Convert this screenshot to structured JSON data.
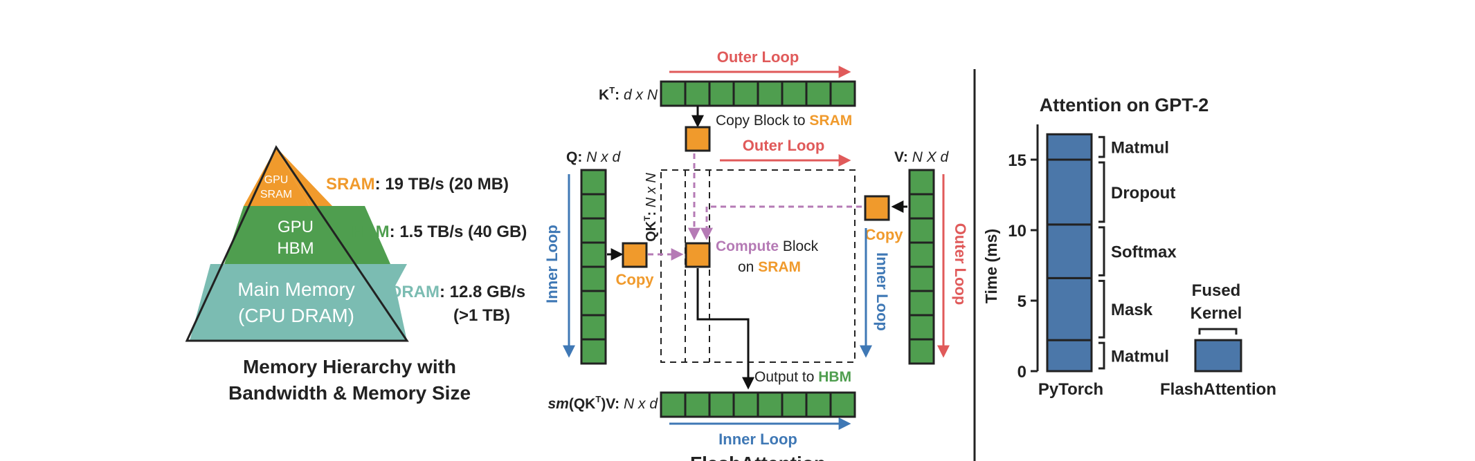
{
  "colors": {
    "sram_orange": "#f09a2c",
    "hbm_green": "#4f9e4f",
    "dram_teal": "#7bbcb2",
    "compute_purple": "#b57ab5",
    "outer_loop_red": "#e05a5a",
    "inner_loop_blue": "#3f78b5",
    "bar_blue": "#4b77a9",
    "block_green": "#4f9e4f",
    "ink": "#222222"
  },
  "memory_hierarchy": {
    "pyramid": {
      "top_label_line1": "GPU",
      "top_label_line2": "SRAM",
      "mid_label_line1": "GPU",
      "mid_label_line2": "HBM",
      "base_label_line1": "Main Memory",
      "base_label_line2": "(CPU DRAM)"
    },
    "sram": {
      "name": "SRAM",
      "spec": ": 19 TB/s (20 MB)"
    },
    "hbm": {
      "name": "HBM",
      "spec": ": 1.5 TB/s (40 GB)"
    },
    "dram": {
      "name": "DRAM",
      "spec_line1": ": 12.8 GB/s",
      "spec_line2": "(>1 TB)"
    },
    "caption_line1": "Memory Hierarchy with",
    "caption_line2": "Bandwidth & Memory Size"
  },
  "flash_attention": {
    "outer_loop_top": "Outer Loop",
    "outer_loop_mid": "Outer Loop",
    "outer_loop_right": "Outer Loop",
    "inner_loop_left": "Inner Loop",
    "inner_loop_right": "Inner Loop",
    "inner_loop_bottom": "Inner Loop",
    "kt_label": {
      "name": "K",
      "sup": "T",
      "colon": ": ",
      "dims": "d x N"
    },
    "q_label": {
      "name": "Q: ",
      "dims": "N x d"
    },
    "v_label": {
      "name": "V: ",
      "dims": "N X d"
    },
    "qkt_label": {
      "name": "QK",
      "sup": "T",
      "colon": ": ",
      "dims": "N x N"
    },
    "out_label": {
      "sm": "sm",
      "open": "(QK",
      "sup": "T",
      "close": ")V: ",
      "dims": "N x d"
    },
    "copy_block_prefix": "Copy Block to ",
    "copy_block_sram": "SRAM",
    "copy_left": "Copy",
    "copy_right": "Copy",
    "compute_word": "Compute",
    "compute_rest": " Block",
    "on_word": "on ",
    "on_sram": "SRAM",
    "output_prefix": "Output to ",
    "output_hbm": "HBM",
    "caption": "FlashAttention"
  },
  "chart_data": {
    "type": "bar",
    "title": "Attention on GPT-2",
    "ylabel": "Time (ms)",
    "xlabel": "",
    "ylim": [
      0,
      17.5
    ],
    "yticks": [
      0,
      5,
      10,
      15
    ],
    "categories": [
      "PyTorch",
      "FlashAttention"
    ],
    "stacks": [
      {
        "category": "PyTorch",
        "segments": [
          {
            "label": "Matmul",
            "from": 0,
            "to": 2.2
          },
          {
            "label": "Mask",
            "from": 2.2,
            "to": 6.6
          },
          {
            "label": "Softmax",
            "from": 6.6,
            "to": 10.4
          },
          {
            "label": "Dropout",
            "from": 10.4,
            "to": 15.0
          },
          {
            "label": "Matmul",
            "from": 15.0,
            "to": 16.8
          }
        ]
      },
      {
        "category": "FlashAttention",
        "segments": [
          {
            "label": "Fused Kernel",
            "from": 0,
            "to": 2.2
          }
        ]
      }
    ],
    "fused_label_line1": "Fused",
    "fused_label_line2": "Kernel",
    "grid": false,
    "legend": "none"
  }
}
